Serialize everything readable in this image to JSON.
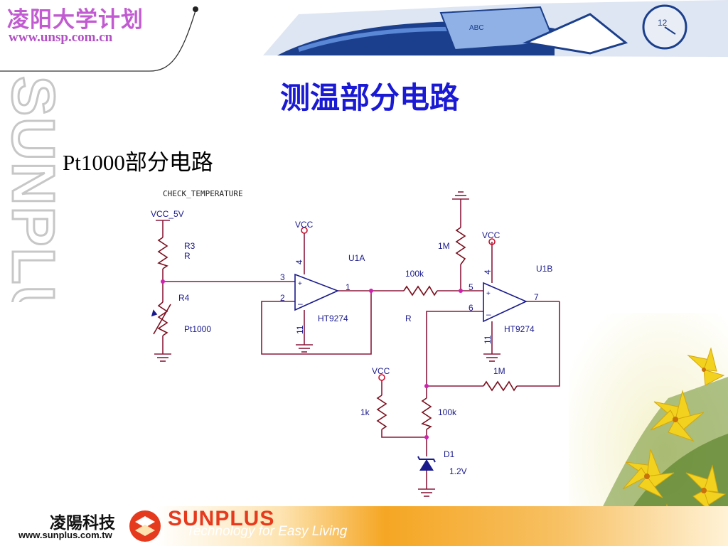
{
  "header": {
    "brand_cn": "凌阳大学计划",
    "brand_url": "www.unsp.com.cn",
    "vertical_logo": "SUNPLUS"
  },
  "title": "测温部分电路",
  "section_title": "Pt1000部分电路",
  "circuit": {
    "name": "CHECK_TEMPERATURE",
    "labels": {
      "vcc_5v": "VCC_5V",
      "vcc1": "VCC",
      "vcc2": "VCC",
      "vcc3": "VCC",
      "r3": "R3",
      "r3_val": "R",
      "r4": "R4",
      "pt1000": "Pt1000",
      "u1a": "U1A",
      "u1b": "U1B",
      "ht9274a": "HT9274",
      "ht9274b": "HT9274",
      "pin3": "3",
      "pin2": "2",
      "pin1": "1",
      "pin4a": "4",
      "pin11a": "11",
      "pin5": "5",
      "pin6": "6",
      "pin7": "7",
      "pin4b": "4",
      "pin11b": "11",
      "r_1m_top": "1M",
      "r_100k_mid": "100k",
      "r_mid_name": "R",
      "r_1m_fb": "1M",
      "r_1k": "1k",
      "r_100k_low": "100k",
      "d1": "D1",
      "d1_val": "1.2V"
    }
  },
  "footer": {
    "company_cn": "凌陽科技",
    "company_url": "www.sunplus.com.tw",
    "brand": "SUNPLUS",
    "tagline": "Technology for Easy Living"
  },
  "colors": {
    "title": "#1a1ad4",
    "brand_purple": "#c25bd1",
    "wire": "#8b1a3a",
    "component": "#7a0f1e",
    "label": "#1a1a8c",
    "footer_orange": "#f5a623",
    "footer_red": "#e63a1e"
  }
}
